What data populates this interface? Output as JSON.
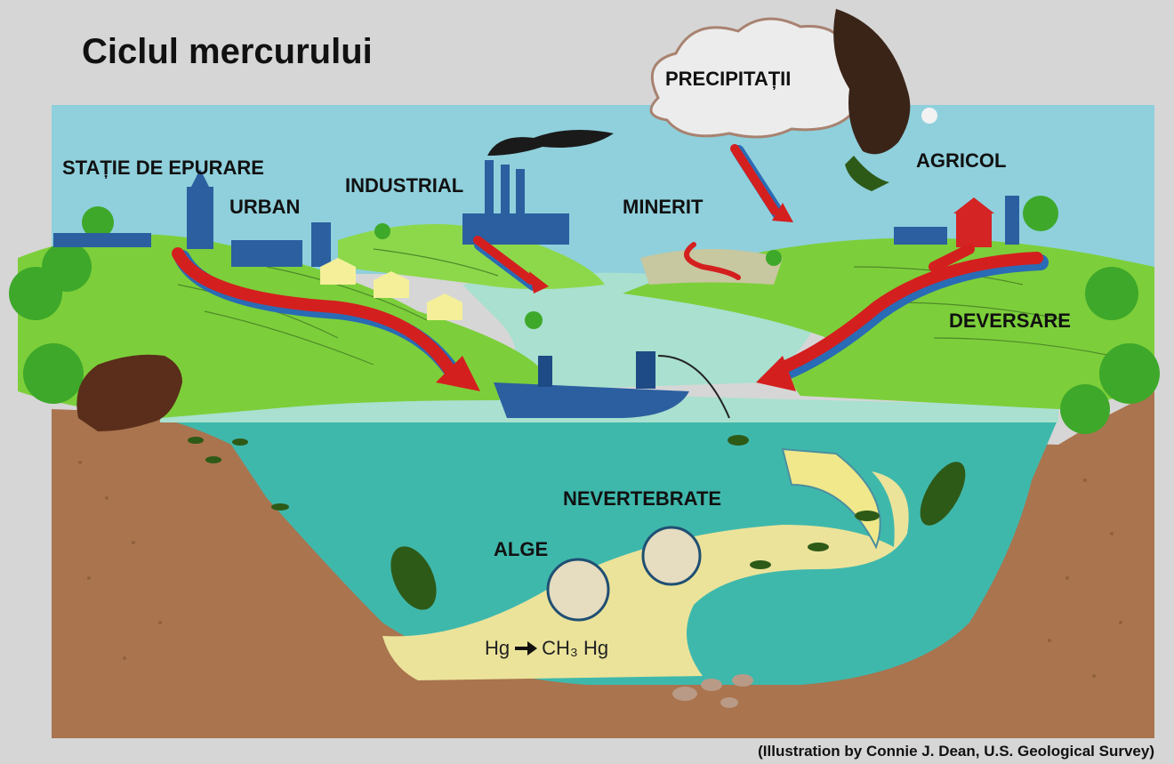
{
  "title": "Ciclul mercurului",
  "labels": {
    "precipitation": "PRECIPITAȚII",
    "treatment_plant": "STAȚIE DE EPURARE",
    "urban": "URBAN",
    "industrial": "INDUSTRIAL",
    "mining": "MINERIT",
    "agricultural": "AGRICOL",
    "discharge": "DEVERSARE",
    "invertebrates": "NEVERTEBRATE",
    "algae": "ALGE"
  },
  "chemistry": {
    "reactant": "Hg",
    "product": "CH₃ Hg"
  },
  "credit": "(Illustration by Connie J. Dean, U.S. Geological Survey)",
  "colors": {
    "background": "#d6d6d6",
    "sky": "#8fd0dc",
    "grass": "#7ccf3a",
    "water": "#3fb8ac",
    "soil": "#a9744e",
    "sediment": "#ebe39a",
    "arrow_red": "#d41f1f",
    "arrow_blue": "#2a6bb5"
  }
}
